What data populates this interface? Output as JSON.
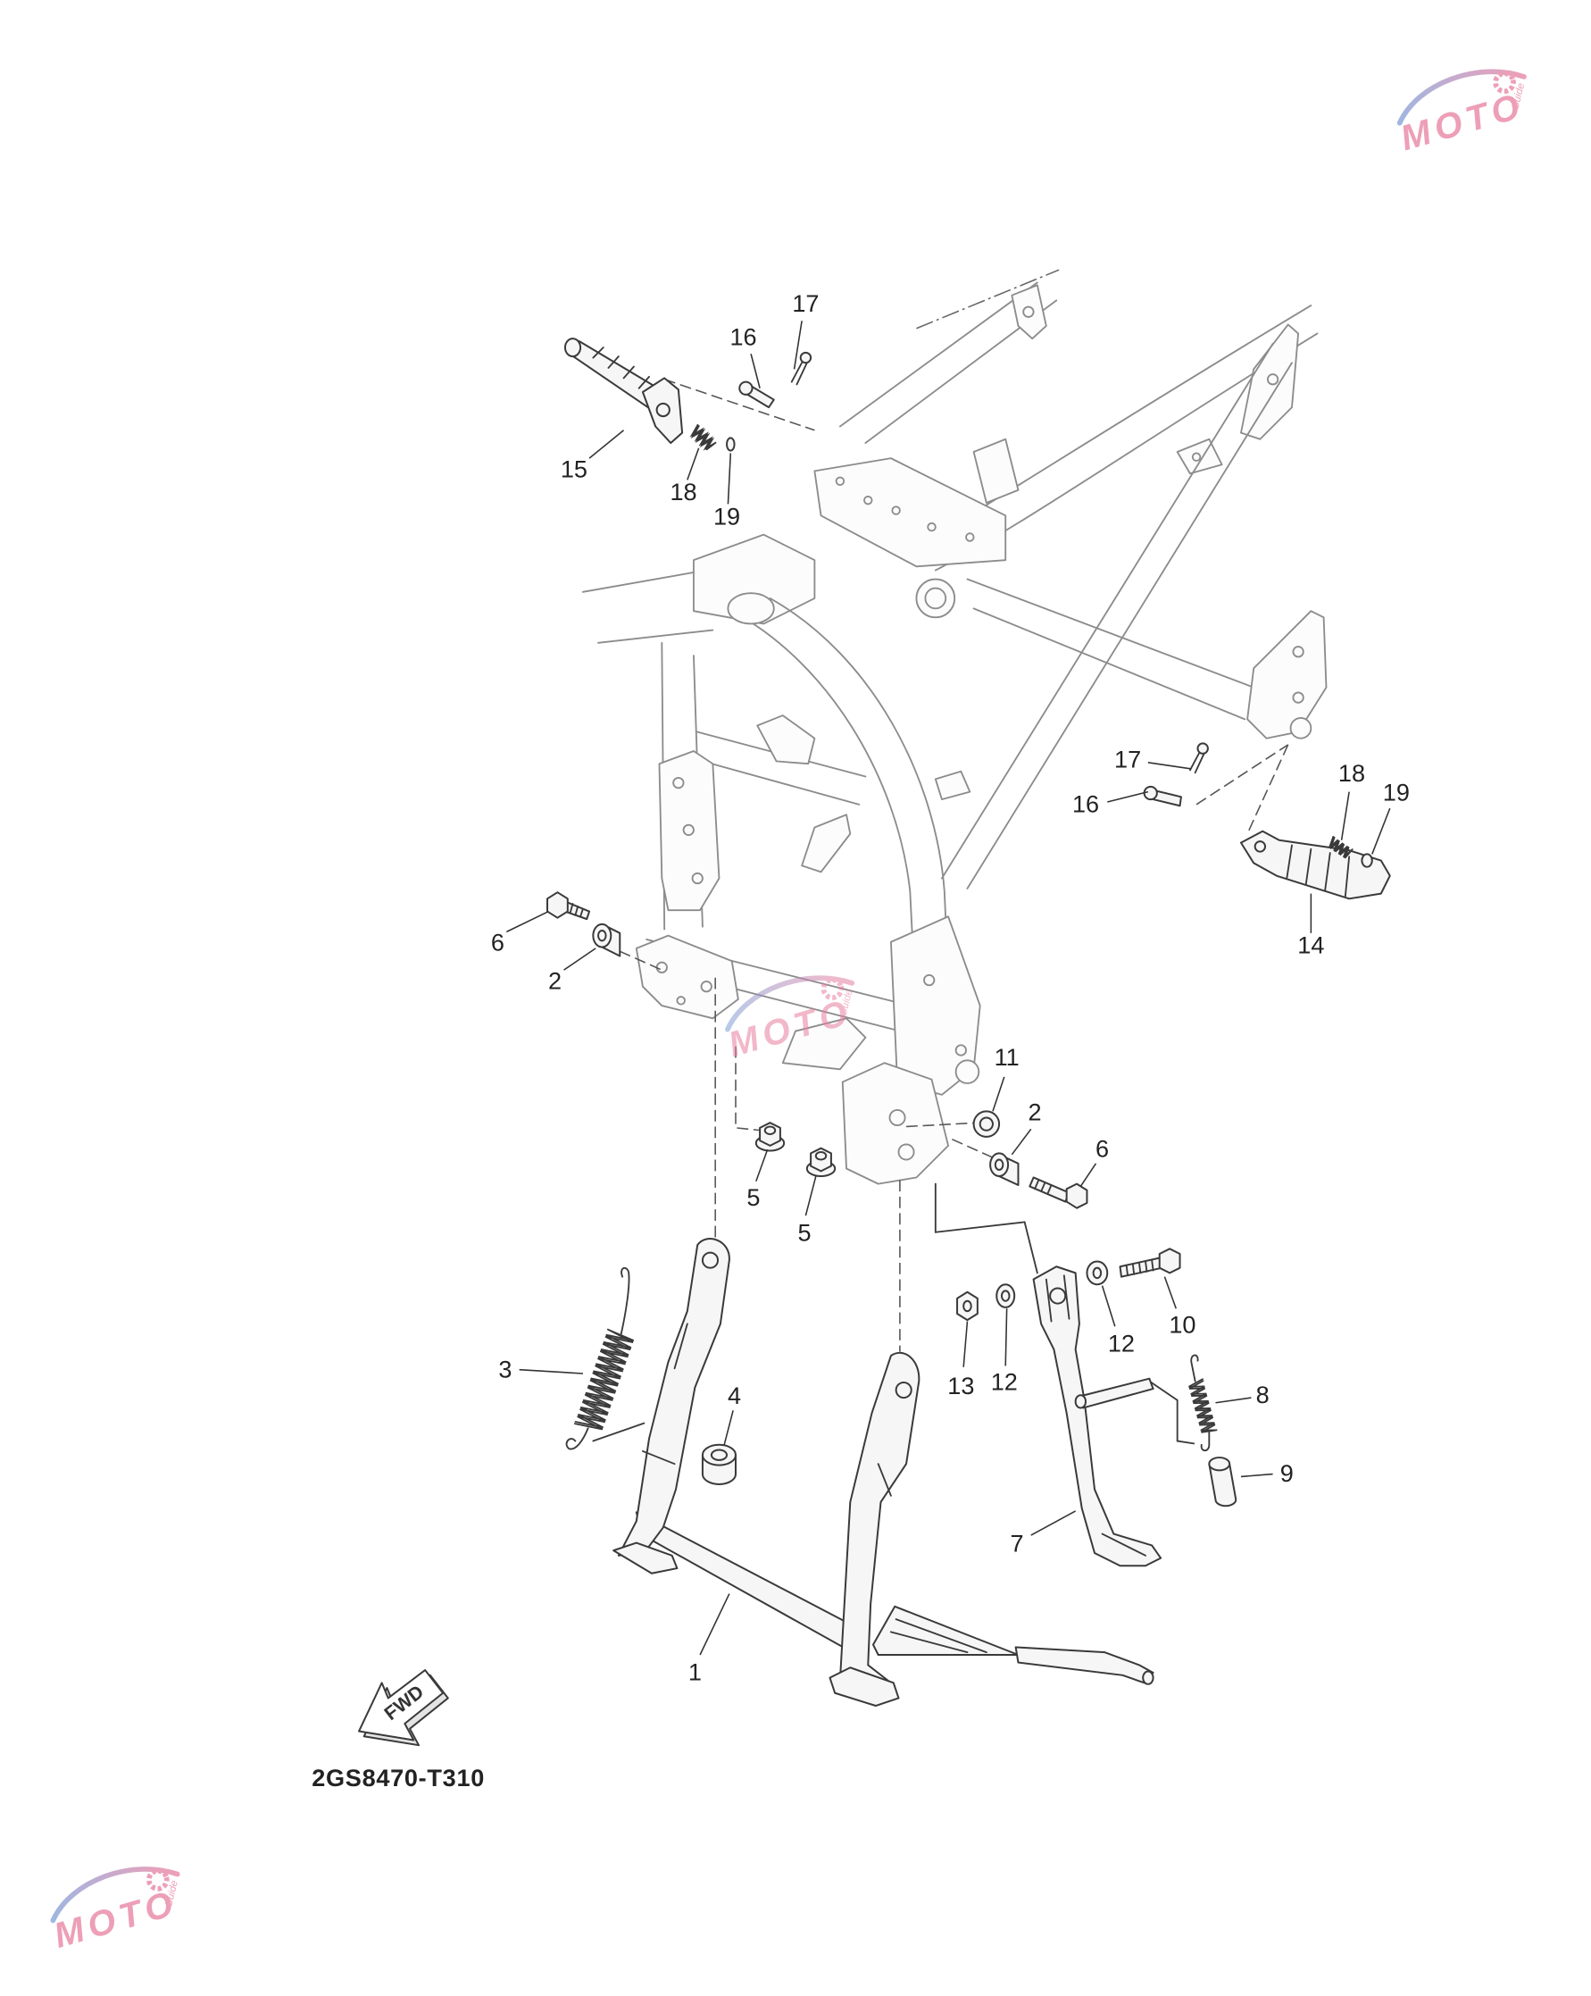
{
  "diagram": {
    "code": "2GS8470-T310",
    "fwd_label": "FWD",
    "callouts": [
      "17",
      "16",
      "15",
      "18",
      "19",
      "17",
      "16",
      "18",
      "19",
      "14",
      "6",
      "2",
      "11",
      "2",
      "6",
      "5",
      "5",
      "3",
      "4",
      "10",
      "12",
      "12",
      "13",
      "8",
      "9",
      "7",
      "1"
    ]
  },
  "watermark": {
    "text": "MOTO",
    "sub": "Guide"
  },
  "colors": {
    "line": "#3a3a3a",
    "frame": "#8c8c8c",
    "watermark_pink": "#e87fa0",
    "watermark_blue": "#7f9fd8"
  }
}
